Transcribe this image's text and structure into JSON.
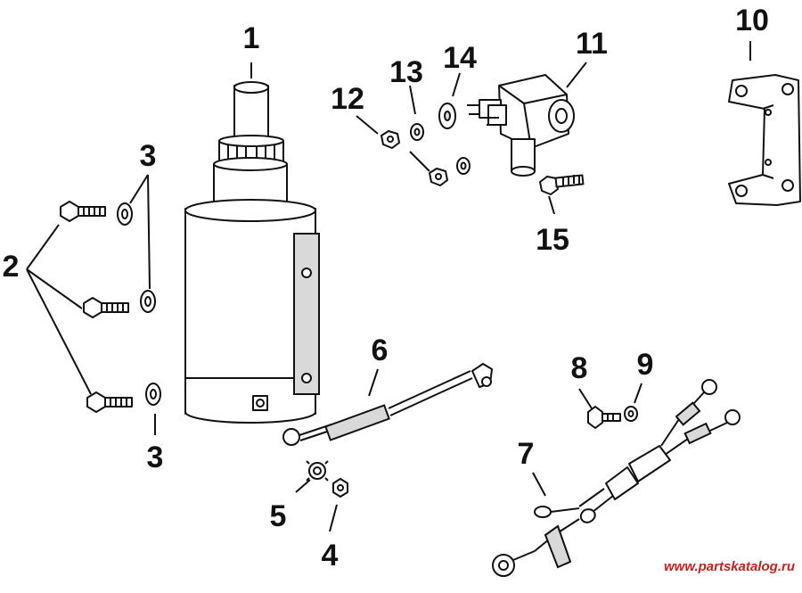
{
  "watermark": {
    "text": "www.partskatalog.ru",
    "color": "#cc1f1f"
  },
  "callouts": {
    "c1": "1",
    "c2": "2",
    "c3a": "3",
    "c3b": "3",
    "c4": "4",
    "c5": "5",
    "c6": "6",
    "c7": "7",
    "c8": "8",
    "c9": "9",
    "c10": "10",
    "c11": "11",
    "c12": "12",
    "c13": "13",
    "c14": "14",
    "c15": "15"
  },
  "parts": [
    {
      "ref": "1",
      "icon": "starter-motor-icon"
    },
    {
      "ref": "2",
      "icon": "bolt-icon"
    },
    {
      "ref": "3",
      "icon": "washer-icon"
    },
    {
      "ref": "4",
      "icon": "nut-icon"
    },
    {
      "ref": "5",
      "icon": "lock-washer-icon"
    },
    {
      "ref": "6",
      "icon": "cable-icon"
    },
    {
      "ref": "7",
      "icon": "wiring-harness-icon"
    },
    {
      "ref": "8",
      "icon": "screw-icon"
    },
    {
      "ref": "9",
      "icon": "washer-icon"
    },
    {
      "ref": "10",
      "icon": "bracket-icon"
    },
    {
      "ref": "11",
      "icon": "solenoid-icon"
    },
    {
      "ref": "12",
      "icon": "nut-icon"
    },
    {
      "ref": "13",
      "icon": "lock-washer-icon"
    },
    {
      "ref": "14",
      "icon": "washer-icon"
    },
    {
      "ref": "15",
      "icon": "bolt-icon"
    }
  ]
}
